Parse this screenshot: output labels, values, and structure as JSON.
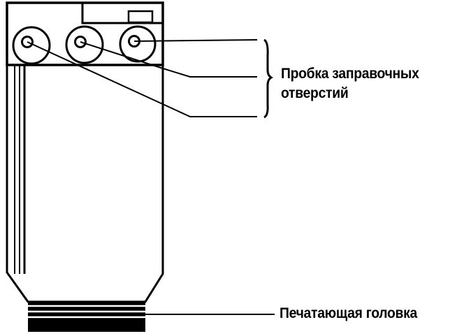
{
  "labels": {
    "filler_caps_line1": "Пробка заправочных",
    "filler_caps_line2": "отверстий",
    "print_head": "Печатающая головка"
  },
  "colors": {
    "ink": "#000000",
    "background": "#ffffff"
  }
}
